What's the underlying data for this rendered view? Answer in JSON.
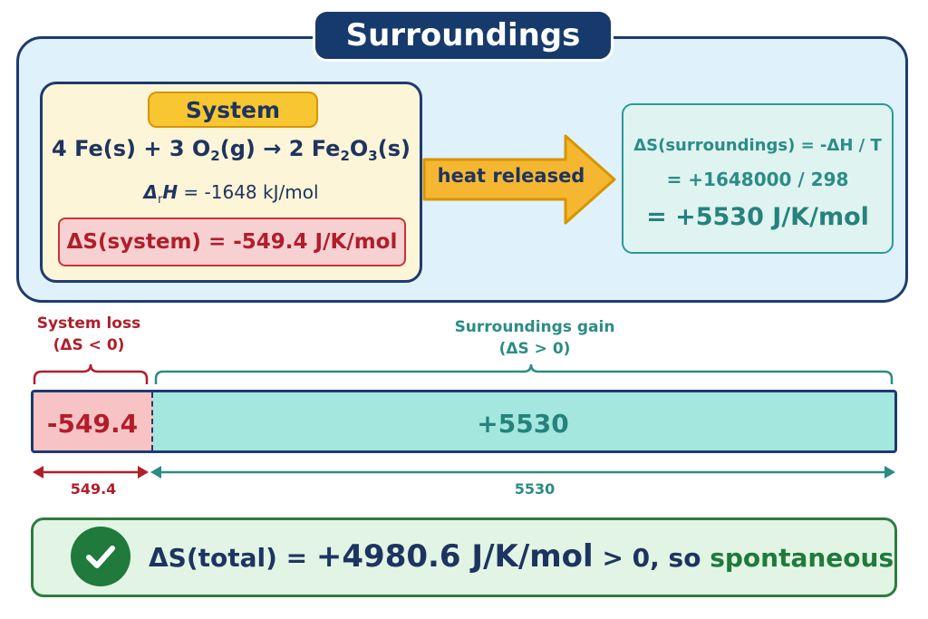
{
  "surroundings": {
    "title": "Surroundings"
  },
  "system": {
    "label": "System",
    "equation": {
      "lhs_fe": "4 Fe(s)",
      "plus": "+",
      "o2_pre": "3 O",
      "o2_sub": "2",
      "o2_post": "(g)",
      "arrow": "→",
      "fe2o3_pre": "2 Fe",
      "fe2o3_sub1": "2",
      "fe2o3_mid": "O",
      "fe2o3_sub2": "3",
      "fe2o3_post": "(s)"
    },
    "enthalpy": {
      "delta": "Δ",
      "sub": "r",
      "symbol": "H",
      "value": " = -1648 kJ/mol"
    },
    "entropy": "ΔS(system) = -549.4 J/K/mol"
  },
  "heat_arrow": {
    "label": "heat released"
  },
  "calculation": {
    "line1": "ΔS(surroundings) = -ΔH / T",
    "line2": "= +1648000 / 298",
    "line3": "= +5530 J/K/mol"
  },
  "comparison": {
    "loss_label": "System loss",
    "loss_condition": "(ΔS < 0)",
    "gain_label": "Surroundings gain",
    "gain_condition": "(ΔS > 0)",
    "system_value": -549.4,
    "surroundings_value": 5530,
    "system_bar_label": "-549.4",
    "surroundings_bar_label": "+5530",
    "system_magnitude_label": "549.4",
    "surroundings_magnitude_label": "5530"
  },
  "conclusion": {
    "lhs": "ΔS(total) =",
    "value": "+4980.6 J/K/mol",
    "comparison": "> 0,",
    "so": "so",
    "verdict": "spontaneous"
  },
  "colors": {
    "navy": "#1f3b6e",
    "loss_red": "#b01e2a",
    "gain_teal": "#2b8c86",
    "heat_orange": "#f5b731",
    "success_green": "#1f7a3c"
  },
  "icons": {
    "check": "check-circle-icon",
    "heat": "arrow-right-icon"
  }
}
